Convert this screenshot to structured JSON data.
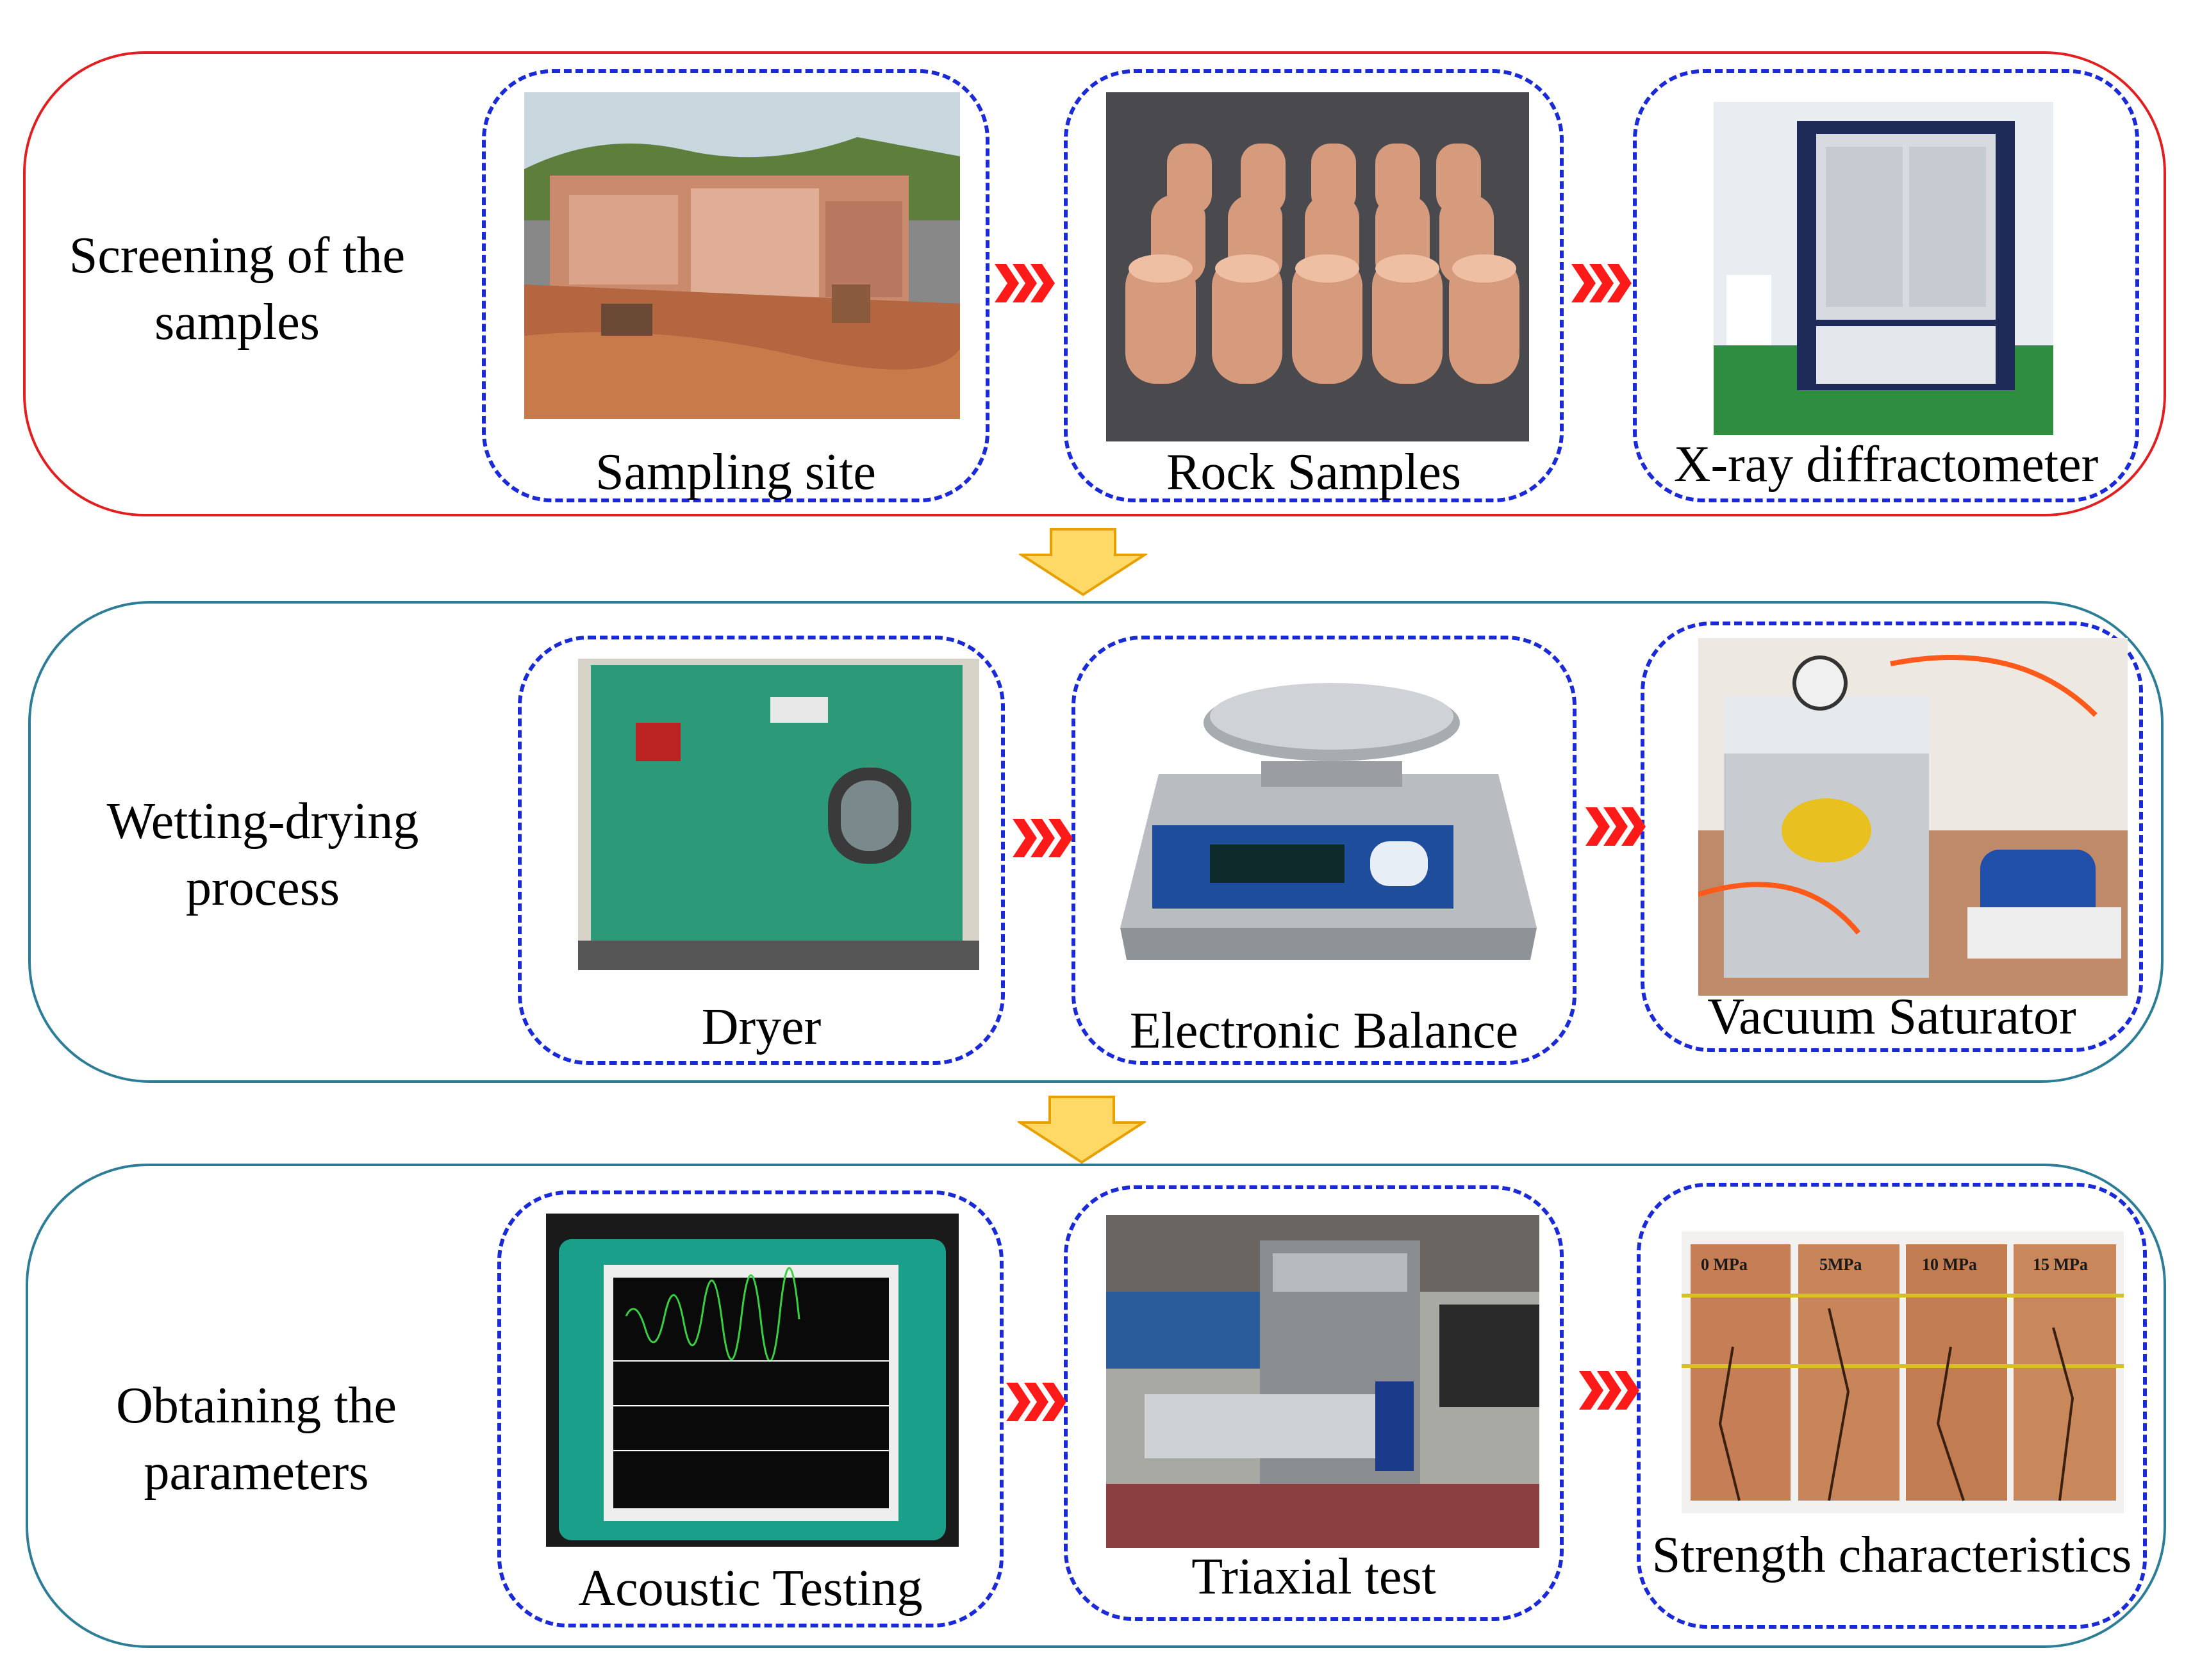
{
  "colors": {
    "row1_border": "#e02020",
    "row2_border": "#2e7d96",
    "row3_border": "#2e7d96",
    "step_border": "#1a2ad6",
    "chevron": "#ff1a1a",
    "down_arrow_fill": "#ffd966",
    "down_arrow_stroke": "#e8a000"
  },
  "rows": [
    {
      "label": "Screening of the\nsamples",
      "steps": [
        {
          "caption": "Sampling site",
          "photo": "quarry-photo"
        },
        {
          "caption": "Rock Samples",
          "photo": "rock-cores-photo"
        },
        {
          "caption": "X-ray diffractometer",
          "photo": "xray-diffractometer-photo"
        }
      ]
    },
    {
      "label": "Wetting-drying\nprocess",
      "steps": [
        {
          "caption": "Dryer",
          "photo": "drying-oven-photo"
        },
        {
          "caption": "Electronic Balance",
          "photo": "electronic-balance-photo"
        },
        {
          "caption": "Vacuum Saturator",
          "photo": "vacuum-saturator-photo"
        }
      ]
    },
    {
      "label": "Obtaining the\nparameters",
      "steps": [
        {
          "caption": "Acoustic Testing",
          "photo": "acoustic-tester-photo"
        },
        {
          "caption": "Triaxial test",
          "photo": "triaxial-machine-photo"
        },
        {
          "caption": "Strength characteristics",
          "photo": "failed-specimens-photo"
        }
      ]
    }
  ],
  "specimen_labels": [
    "0 MPa",
    "5MPa",
    "10 MPa",
    "15 MPa"
  ],
  "icons": {
    "step_connector": "triple-chevron-right-icon",
    "row_connector": "down-arrow-icon"
  }
}
